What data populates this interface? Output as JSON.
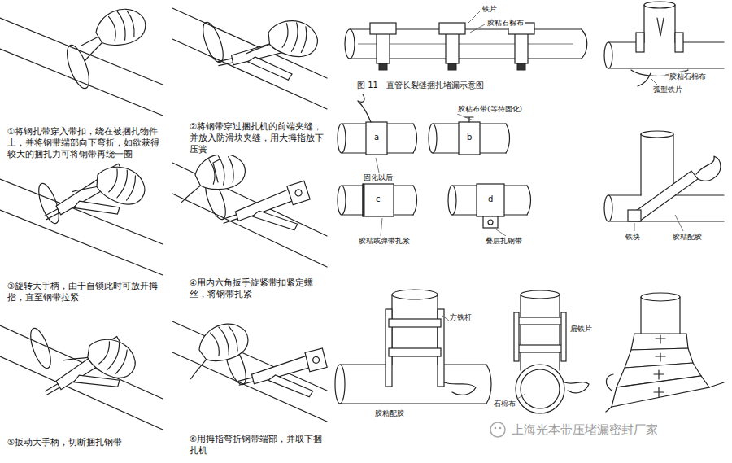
{
  "diagram": {
    "labels": [
      "①将钢扎带穿入带扣，绕在被捆扎物件上，并将钢带端部向下弯折，如欲获得较大的捆扎力可将钢带再绕一圈",
      "②将钢带穿过捆扎机的前端夹缝，并放入防滑块夹缝，用大拇指放下压簧",
      "③旋转大手柄，由于自锁此时可放开拇指，直至钢带拉紧",
      "④用内六角扳手旋紧带扣紧定螺丝，将钢带扎紧",
      "⑤扳动大手柄，切断捆扎钢带",
      "⑥用拇指弯折钢带端部，并取下捆扎机",
      "铁片",
      "胶粘石棉布",
      "图 11　直管长裂缝捆扎堵漏示意图",
      "胶粘布带(等待固化)",
      "a",
      "b",
      "固化以后",
      "c",
      "胶粘或弹带扎紧",
      "d",
      "叠层扎钢带",
      "胶粘石棉布",
      "弧型铁片",
      "铁块",
      "胶粘配胶",
      "方铁杆",
      "胶粘配胶",
      "扁铁片",
      "石棉布",
      "上海光本带压堵漏密封厂家"
    ]
  }
}
